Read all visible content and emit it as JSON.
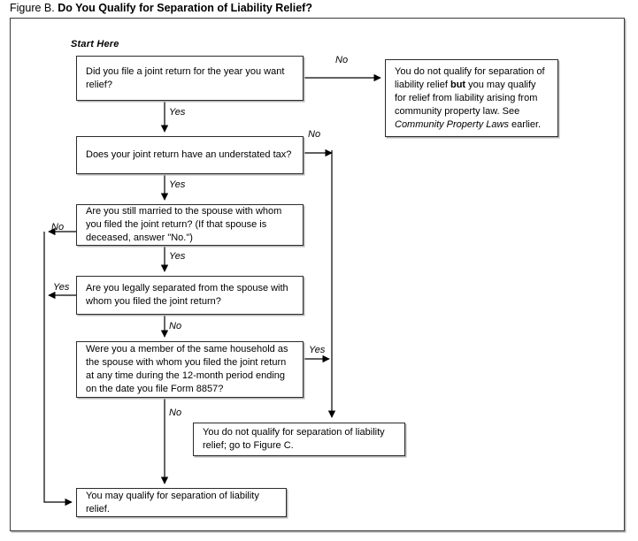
{
  "figure": {
    "label": "Figure B.",
    "question": "Do You Qualify for Separation of Liability Relief?",
    "start_marker": "Start Here"
  },
  "colors": {
    "border": "#2b2b2b",
    "shadow": "#b4b4b4",
    "background": "#ffffff",
    "text": "#000000"
  },
  "nodes": {
    "joint_return": "Did you file a joint return for the year you want relief?",
    "understated": "Does your joint return have an understated tax?",
    "married": "Are you still married to the spouse with whom you filed the joint return? (If that spouse is deceased, answer \"No.\")",
    "separated": "Are you legally separated from the spouse with whom you filed the joint return?",
    "household": "Were you a member of the same household as the spouse with whom you filed the joint return at any time during the 12-month period ending on the date you file Form 8857?",
    "community": {
      "part1": "You do not qualify for separation of liability relief ",
      "bold": "but",
      "part2": " you may qualify for relief from liability arising from community property law. See ",
      "italic": "Community Property Laws",
      "part3": " earlier."
    },
    "figure_c": "You do not qualify for separation of liability relief; go to Figure C.",
    "may_qualify": "You may qualify for separation of liability relief."
  },
  "edge_labels": {
    "no_1": "No",
    "yes_1": "Yes",
    "no_2": "No",
    "yes_2": "Yes",
    "no_3": "No",
    "yes_3": "Yes",
    "yes_4": "Yes",
    "no_4": "No",
    "yes_5": "Yes",
    "no_5": "No"
  }
}
